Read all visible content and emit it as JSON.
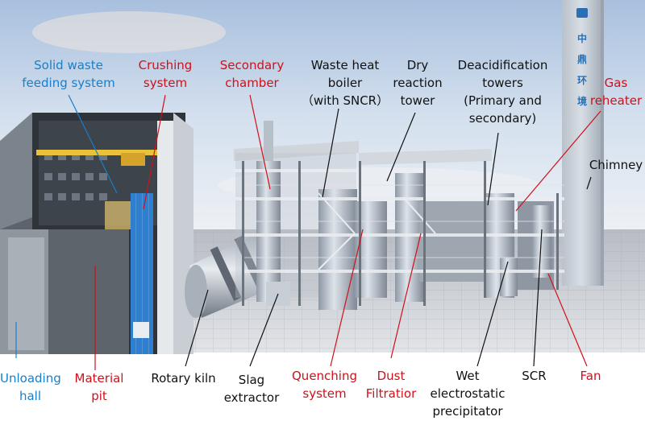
{
  "colors": {
    "black": "#111111",
    "red": "#d0101a",
    "blue": "#1a7ec8"
  },
  "chimney_text": [
    "中",
    "鼎",
    "环",
    "境"
  ],
  "labels": {
    "solid_waste_feeding": [
      "Solid waste",
      "feeding system"
    ],
    "crushing": [
      "Crushing",
      "system"
    ],
    "secondary_chamber": [
      "Secondary",
      "chamber"
    ],
    "waste_heat_boiler": [
      "Waste heat",
      "boiler",
      "（with SNCR）"
    ],
    "dry_reaction": [
      "Dry",
      "reaction",
      "tower"
    ],
    "deacidification": [
      "Deacidification",
      "towers",
      "(Primary and",
      "secondary)"
    ],
    "gas_reheater": [
      "Gas",
      "reheater"
    ],
    "chimney": [
      "Chimney"
    ],
    "unloading_hall": [
      "Unloading",
      "hall"
    ],
    "material_pit": [
      "Material",
      "pit"
    ],
    "rotary_kiln": [
      "Rotary kiln"
    ],
    "slag_extractor": [
      "Slag",
      "extractor"
    ],
    "quenching": [
      "Quenching",
      "system"
    ],
    "dust_filtration": [
      "Dust",
      "Filtratior"
    ],
    "wet_esp": [
      "Wet",
      "electrostatic",
      "precipitator"
    ],
    "scr": [
      "SCR"
    ],
    "fan": [
      "Fan"
    ]
  }
}
